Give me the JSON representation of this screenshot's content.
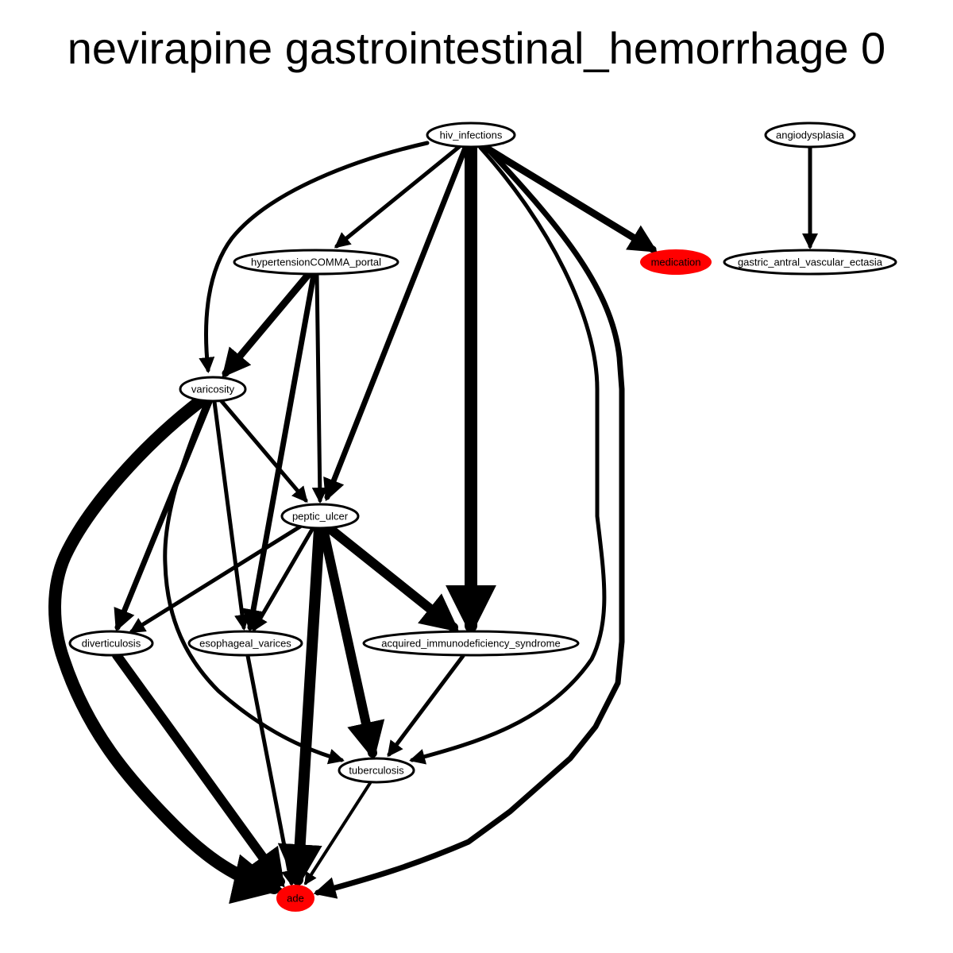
{
  "title": "nevirapine gastrointestinal_hemorrhage 0",
  "nodes": [
    {
      "id": "hiv_infections",
      "label": "hiv_infections",
      "fill": "#ffffff"
    },
    {
      "id": "angiodysplasia",
      "label": "angiodysplasia",
      "fill": "#ffffff"
    },
    {
      "id": "hypertension_portal",
      "label": "hypertensionCOMMA_portal",
      "fill": "#ffffff"
    },
    {
      "id": "medication",
      "label": "medication",
      "fill": "#ff0000"
    },
    {
      "id": "gave",
      "label": "gastric_antral_vascular_ectasia",
      "fill": "#ffffff"
    },
    {
      "id": "varicosity",
      "label": "varicosity",
      "fill": "#ffffff"
    },
    {
      "id": "peptic_ulcer",
      "label": "peptic_ulcer",
      "fill": "#ffffff"
    },
    {
      "id": "diverticulosis",
      "label": "diverticulosis",
      "fill": "#ffffff"
    },
    {
      "id": "esophageal_varices",
      "label": "esophageal_varices",
      "fill": "#ffffff"
    },
    {
      "id": "aids",
      "label": "acquired_immunodeficiency_syndrome",
      "fill": "#ffffff"
    },
    {
      "id": "tuberculosis",
      "label": "tuberculosis",
      "fill": "#ffffff"
    },
    {
      "id": "ade",
      "label": "ade",
      "fill": "#ff0000"
    }
  ],
  "edges": [
    {
      "from": "hiv_infections",
      "to": "varicosity"
    },
    {
      "from": "hiv_infections",
      "to": "hypertension_portal"
    },
    {
      "from": "hiv_infections",
      "to": "peptic_ulcer"
    },
    {
      "from": "hiv_infections",
      "to": "aids"
    },
    {
      "from": "hiv_infections",
      "to": "medication"
    },
    {
      "from": "hiv_infections",
      "to": "tuberculosis"
    },
    {
      "from": "hiv_infections",
      "to": "ade"
    },
    {
      "from": "angiodysplasia",
      "to": "gave"
    },
    {
      "from": "hypertension_portal",
      "to": "varicosity"
    },
    {
      "from": "hypertension_portal",
      "to": "esophageal_varices"
    },
    {
      "from": "hypertension_portal",
      "to": "peptic_ulcer"
    },
    {
      "from": "varicosity",
      "to": "ade"
    },
    {
      "from": "varicosity",
      "to": "diverticulosis"
    },
    {
      "from": "varicosity",
      "to": "tuberculosis"
    },
    {
      "from": "varicosity",
      "to": "esophageal_varices"
    },
    {
      "from": "varicosity",
      "to": "peptic_ulcer"
    },
    {
      "from": "peptic_ulcer",
      "to": "diverticulosis"
    },
    {
      "from": "peptic_ulcer",
      "to": "esophageal_varices"
    },
    {
      "from": "peptic_ulcer",
      "to": "aids"
    },
    {
      "from": "peptic_ulcer",
      "to": "tuberculosis"
    },
    {
      "from": "peptic_ulcer",
      "to": "ade"
    },
    {
      "from": "diverticulosis",
      "to": "ade"
    },
    {
      "from": "esophageal_varices",
      "to": "ade"
    },
    {
      "from": "aids",
      "to": "tuberculosis"
    },
    {
      "from": "tuberculosis",
      "to": "ade"
    }
  ]
}
